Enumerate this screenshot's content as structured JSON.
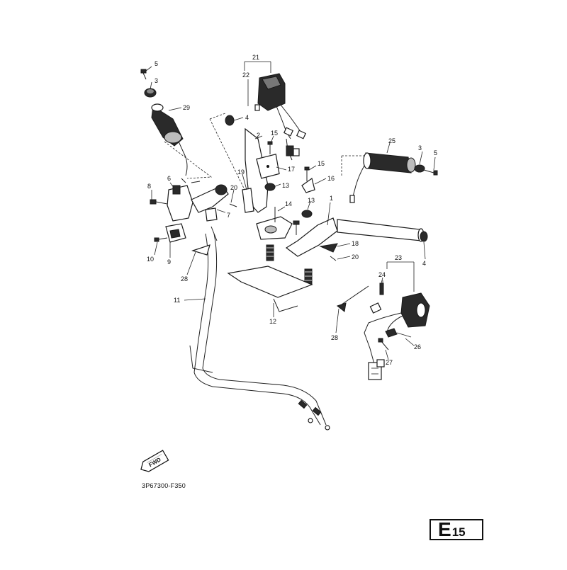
{
  "diagram": {
    "part_code": "3P67300-F350",
    "fwd_label": "FWD",
    "page": {
      "letter": "E",
      "number": "15"
    },
    "callouts": {
      "c5a": "5",
      "c3a": "3",
      "c29": "29",
      "c21": "21",
      "c22": "22",
      "c4a": "4",
      "c2": "2",
      "c15a": "15",
      "c17": "17",
      "c19": "19",
      "c13a": "13",
      "c15b": "15",
      "c16": "16",
      "c13b": "13",
      "c14": "14",
      "c20a": "20",
      "c6": "6",
      "c8": "8",
      "c7": "7",
      "c10": "10",
      "c9": "9",
      "c28a": "28",
      "c11": "11",
      "c12": "12",
      "c25": "25",
      "c3b": "3",
      "c5b": "5",
      "c1": "1",
      "c18": "18",
      "c20b": "20",
      "c4b": "4",
      "c23": "23",
      "c24": "24",
      "c28b": "28",
      "c26": "26",
      "c27": "27"
    }
  }
}
